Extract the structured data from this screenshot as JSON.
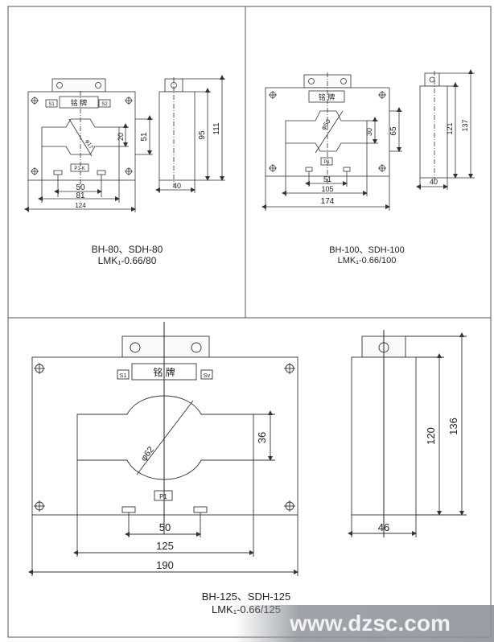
{
  "panels": [
    {
      "caption_line1": "BH-80、SDH-80",
      "caption_line2": "LMK₁-0.66/80",
      "nameplate": "铭 牌",
      "terminal_s1": "S1",
      "terminal_s2": "S2",
      "primary_mark": "P1-K",
      "front_dims": {
        "overall_width": "124",
        "slot_spacing": "81",
        "mount_spacing": "50",
        "window_height": "20",
        "window_outer_height": "51",
        "window_diameter": "φ17"
      },
      "side_dims": {
        "depth": "40",
        "inner_height": "95",
        "overall_height": "111"
      }
    },
    {
      "caption_line1": "BH-100、SDH-100",
      "caption_line2": "LMK₁-0.66/100",
      "nameplate": "铭 牌",
      "primary_mark": "P1",
      "front_dims": {
        "overall_width": "174",
        "slot_spacing": "105",
        "mount_spacing": "51",
        "window_height": "30",
        "window_outer_height": "65",
        "window_diameter": "φ50"
      },
      "side_dims": {
        "depth": "40",
        "inner_height": "121",
        "overall_height": "137"
      }
    },
    {
      "caption_line1": "BH-125、SDH-125",
      "caption_line2": "LMK₁-0.66/125",
      "nameplate": "铭 牌",
      "terminal_s1": "S1",
      "terminal_s2": "Sv",
      "primary_mark": "P1",
      "front_dims": {
        "overall_width": "190",
        "slot_spacing": "125",
        "mount_spacing": "50",
        "window_height": "36",
        "window_diameter": "φ62"
      },
      "side_dims": {
        "depth": "46",
        "inner_height": "120",
        "overall_height": "136"
      }
    }
  ],
  "watermark": "www.dzsc.com"
}
